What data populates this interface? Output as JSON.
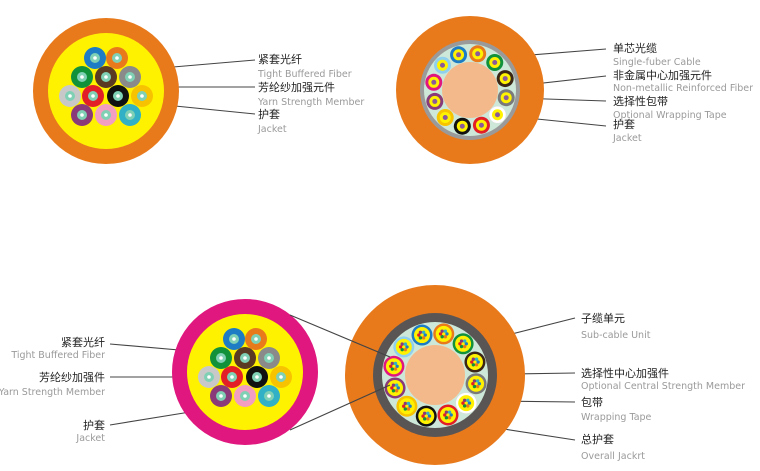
{
  "colors": {
    "orange": "#e87a1c",
    "magenta": "#e0177e",
    "yellow": "#fff200",
    "beige": "#f4b98a",
    "mint": "#cde8d8",
    "gray_ring": "#9a9a9a",
    "dark_ring": "#5a5555"
  },
  "fiber_colors": [
    "#1d7cc4",
    "#e87a1c",
    "#12913b",
    "#5a3a22",
    "#8a8a8a",
    "#c8c8c8",
    "#e21f26",
    "#111111",
    "#f7c300",
    "#8a3a78",
    "#f19ec2",
    "#31b0c6"
  ],
  "unit_colors": [
    "#1d7cc4",
    "#e87a1c",
    "#12913b",
    "#3b2616",
    "#7a7a7a",
    "#ffffff",
    "#e21f26",
    "#111111",
    "#f7c300",
    "#8a3a78",
    "#e0177e",
    "#8fd0ef"
  ],
  "diagram1": {
    "labels": [
      {
        "zh": "紧套光纤",
        "en": "Tight Buffered Fiber"
      },
      {
        "zh": "芳纶纱加强元件",
        "en": "Yarn Strength Member"
      },
      {
        "zh": "护套",
        "en": "Jacket"
      }
    ]
  },
  "diagram2": {
    "labels": [
      {
        "zh": "单芯光缆",
        "en": "Single-fuber Cable"
      },
      {
        "zh": "非金属中心加强元件",
        "en": "Non-metallic Reinforced Fiber"
      },
      {
        "zh": "选择性包带",
        "en": "Optional Wrapping Tape"
      },
      {
        "zh": "护套",
        "en": "Jacket"
      }
    ]
  },
  "diagram3": {
    "labels": [
      {
        "zh": "紧套光纤",
        "en": "Tight Buffered Fiber"
      },
      {
        "zh": "芳纶纱加强件",
        "en": "Yarn Strength Member"
      },
      {
        "zh": "护套",
        "en": "Jacket"
      }
    ]
  },
  "diagram4": {
    "labels": [
      {
        "zh": "子缆单元",
        "en": "Sub-cable Unit"
      },
      {
        "zh": "选择性中心加强件",
        "en": "Optional Central Strength Member"
      },
      {
        "zh": "包带",
        "en": "Wrapping Tape"
      },
      {
        "zh": "总护套",
        "en": "Overall Jackrt"
      }
    ]
  }
}
